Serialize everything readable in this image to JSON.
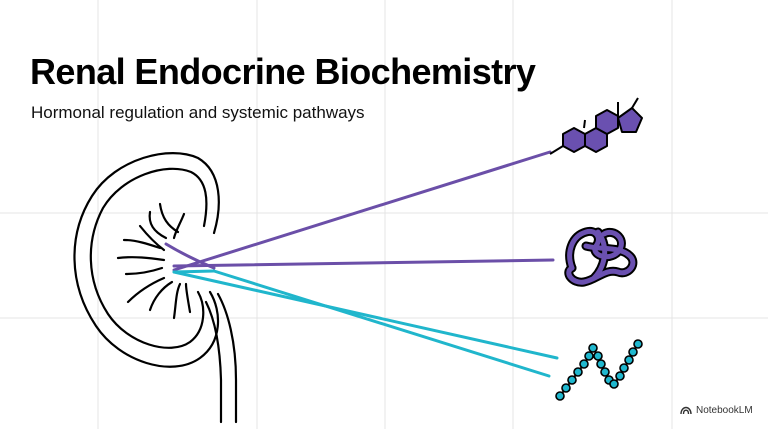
{
  "header": {
    "title": "Renal Endocrine Biochemistry",
    "subtitle": "Hormonal regulation and systemic pathways"
  },
  "icons": {
    "kidney": "kidney-icon",
    "steroid": "steroid-ring-icon",
    "protein": "folded-protein-icon",
    "peptide": "peptide-chain-icon",
    "brand": "notebooklm-logo-icon"
  },
  "colors": {
    "purple": "#6B4FA8",
    "purple_fill": "#6A50B0",
    "teal": "#20B6CC",
    "teal_fill": "#1FB7CE",
    "grid": "#E4E4E4",
    "ink": "#000000"
  },
  "brand": {
    "label": "NotebookLM"
  }
}
